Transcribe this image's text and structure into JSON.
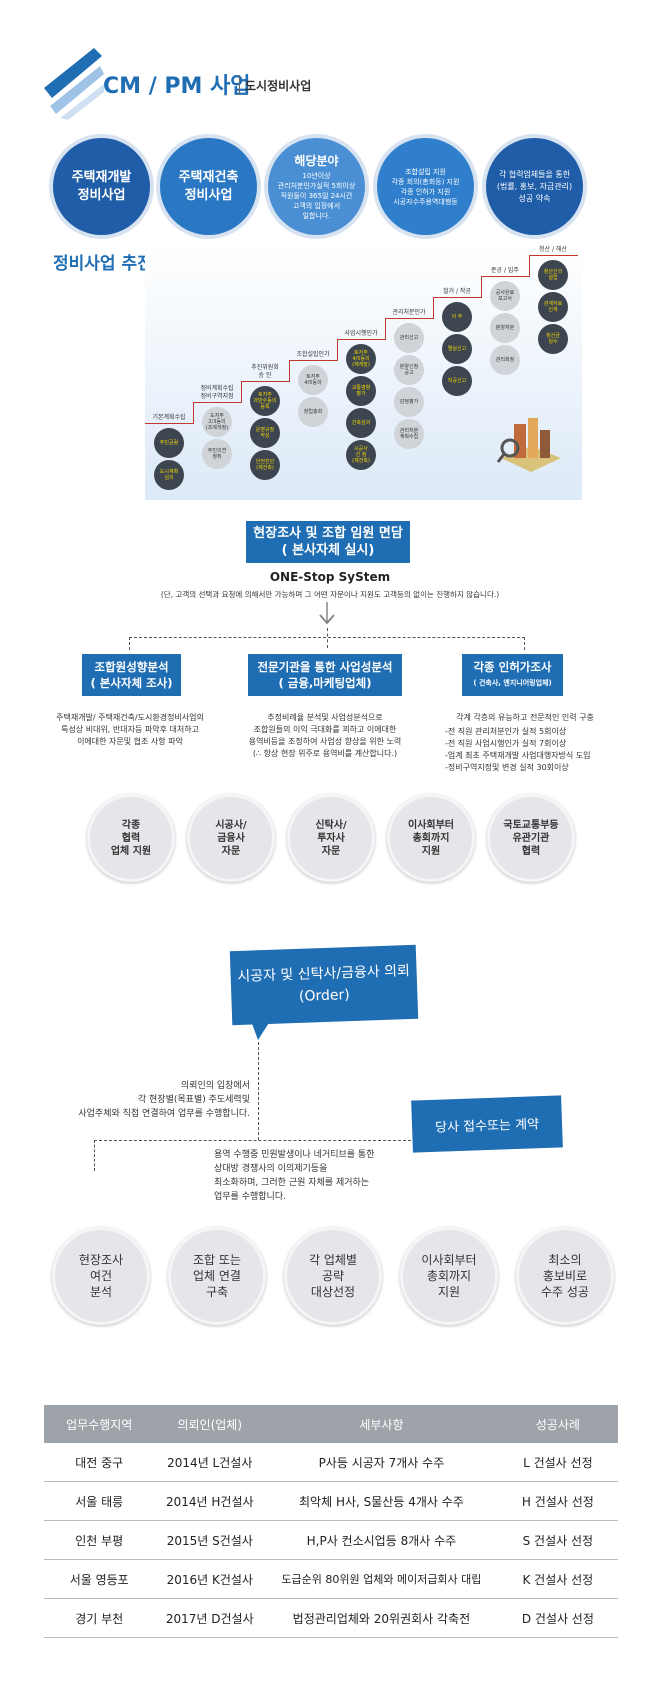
{
  "header": {
    "title": "CM / PM 사업",
    "subtitle": "도시정비사업"
  },
  "top_circles": [
    {
      "text": "주택재개발\n정비사업"
    },
    {
      "text": "주택재건축\n정비사업"
    },
    {
      "title": "해당분야",
      "text": "10년이상\n관리처분인가실적 5회이상\n직원들이 365일 24시간\n고객의 입장에서\n일합니다."
    },
    {
      "text": "조합설립 지원\n각종 회의(총회등) 지원\n각종 인허가 지원\n시공자수주용역대행등"
    },
    {
      "text": "각 협력업체들을 통한\n(법률, 홍보, 자금관리)\n성공 약속"
    }
  ],
  "process": {
    "title": "정비사업 추진절차도",
    "steps": [
      {
        "label": "기본계획수립",
        "circles": [
          {
            "t": "주민공람",
            "d": true
          },
          {
            "t": "도시계획\n심의",
            "d": true
          }
        ]
      },
      {
        "label": "정비계획수립\n정비구역지정",
        "circles": [
          {
            "t": "도지주\n2/3동의\n(조례개정)",
            "d": false
          },
          {
            "t": "주민의견\n청취",
            "d": false
          }
        ]
      },
      {
        "label": "추진위원회\n승 인",
        "circles": [
          {
            "t": "토지주\n과반수동의\n등록",
            "d": true
          },
          {
            "t": "운영규정\n작성",
            "d": true
          },
          {
            "t": "안전진단\n(재건축)",
            "d": true
          }
        ]
      },
      {
        "label": "조합설립인가",
        "circles": [
          {
            "t": "토지주\n4/5동의",
            "d": false
          },
          {
            "t": "창립총회",
            "d": false
          }
        ]
      },
      {
        "label": "사업시행인가",
        "circles": [
          {
            "t": "토지주\n4/5동의\n(재개발)",
            "d": true
          },
          {
            "t": "교통영향\n평가",
            "d": true
          },
          {
            "t": "건축심의",
            "d": true
          },
          {
            "t": "시공사\n선 정\n(재건축)",
            "d": true
          }
        ]
      },
      {
        "label": "관리처분인가",
        "circles": [
          {
            "t": "관리신고",
            "d": false
          },
          {
            "t": "분양신청\n공고",
            "d": false
          },
          {
            "t": "감정평가",
            "d": false
          },
          {
            "t": "관리처분\n계획수립",
            "d": false
          }
        ]
      },
      {
        "label": "철거 / 착공",
        "circles": [
          {
            "t": "이 주",
            "d": true
          },
          {
            "t": "멸실신고",
            "d": true
          },
          {
            "t": "착공신고",
            "d": true
          }
        ]
      },
      {
        "label": "준공 / 입주",
        "circles": [
          {
            "t": "공사완료\n보고서",
            "d": false
          },
          {
            "t": "분양처분",
            "d": false
          },
          {
            "t": "관리회정",
            "d": false
          }
        ]
      },
      {
        "label": "청산 / 해산",
        "circles": [
          {
            "t": "청산인의\n설립",
            "d": true
          },
          {
            "t": "관계자료\n인계",
            "d": true
          },
          {
            "t": "청산금\n징수",
            "d": true
          }
        ]
      }
    ]
  },
  "survey": {
    "button_line1": "현장조사 및 조합 임원 면담",
    "button_line2": "( 본사자체 실시)",
    "onestop": "ONE-Stop SyStem",
    "onestop_note": "(단, 고객의 선택과 요청에 의해서만 가능하며 그 어떤 자문이나 지원도 고객등의 없이는 진행하지 않습니다.)"
  },
  "analysis": [
    {
      "line1": "조합원성향분석",
      "line2": "( 본사자체 조사)",
      "note": "주택재개발/ 주택재건축/도시환경정비사업의\n특성상 비대위, 반대자등 파악후 대처하고\n이에대한 자문및 협조 사항 파악"
    },
    {
      "line1": "전문기관을 통한 사업성분석",
      "line2": "( 금융,마케팅업체)",
      "note": "추정비례율 분석및 사업성분석으로\n조합원들의 이익 극대화를 꾀하고 이에대한\n용역비등을 조정하여 사업성 향상을 위한 노력\n(∴ 항상 현장 위주로 용역비를 계산합니다.)"
    },
    {
      "line1": "각종 인허가조사",
      "line2": "( 건축사, 엔지니어링업체)",
      "note": "각계 각층의 유능하고 전문적인 인력 구충",
      "list": [
        "-전 직원 관리처분인가 실적 5회이상",
        "-전 직원 사업시행인가 실적 7회이상",
        "-업계 최초 주택재개발 사업대행자방식 도입",
        "-정비구역지정및 변경 실적 30회이상"
      ]
    }
  ],
  "support_circles": [
    "각종\n협력\n업체 지원",
    "시공사/\n금융사\n자문",
    "신탁사/\n투자사\n자문",
    "이사회부터\n총회까지\n지원",
    "국토교통부등\n유관기관\n협력"
  ],
  "order": {
    "line1": "시공자 및 신탁사/금융사 의뢰",
    "line2": "(Order)",
    "left_note": "의뢰인의 입장에서\n각 현장별(목표별) 주도세력및\n사업주체와 직접 연결하여 업무를 수행합니다.",
    "contract": "당사 접수또는 계약",
    "mid_note": "용역 수행중 민원발생이나 네거티브를 통한\n상대방 경쟁사의 이의제기등을\n최소화하며, 그러한 근원 자체를 제거하는\n업무를 수행합니다."
  },
  "bottom_circles": [
    "현장조사\n여건\n분석",
    "조합 또는\n업체 연결\n구축",
    "각 업체별\n공략\n대상선정",
    "이사회부터\n총회까지\n지원",
    "최소의\n홍보비로\n수주 성공"
  ],
  "cases": {
    "headers": [
      "업무수행지역",
      "의뢰인(업체)",
      "세부사항",
      "성공사례"
    ],
    "rows": [
      [
        "대전 중구",
        "2014년 L건설사",
        "P사등 시공자 7개사 수주",
        "L 건설사 선정"
      ],
      [
        "서울 태릉",
        "2014년 H건설사",
        "최악체 H사, S물산등 4개사 수주",
        "H 건설사 선정"
      ],
      [
        "인천 부평",
        "2015년 S건설사",
        "H,P사 컨소시업등 8개사 수주",
        "S 건설사 선정"
      ],
      [
        "서울 영등포",
        "2016년 K건설사",
        "도급순위 80위원 업체와 메이저급회사 대립",
        "K 건설사 선정"
      ],
      [
        "경기 부천",
        "2017년 D건설사",
        "법정관리업체와 20위권회사 각축전",
        "D 건설사 선정"
      ]
    ]
  },
  "colors": {
    "primary": "#1f6db3",
    "dark_circle": "#3d4650",
    "accent_yellow": "#f2d400",
    "step_line": "#c0392b"
  }
}
